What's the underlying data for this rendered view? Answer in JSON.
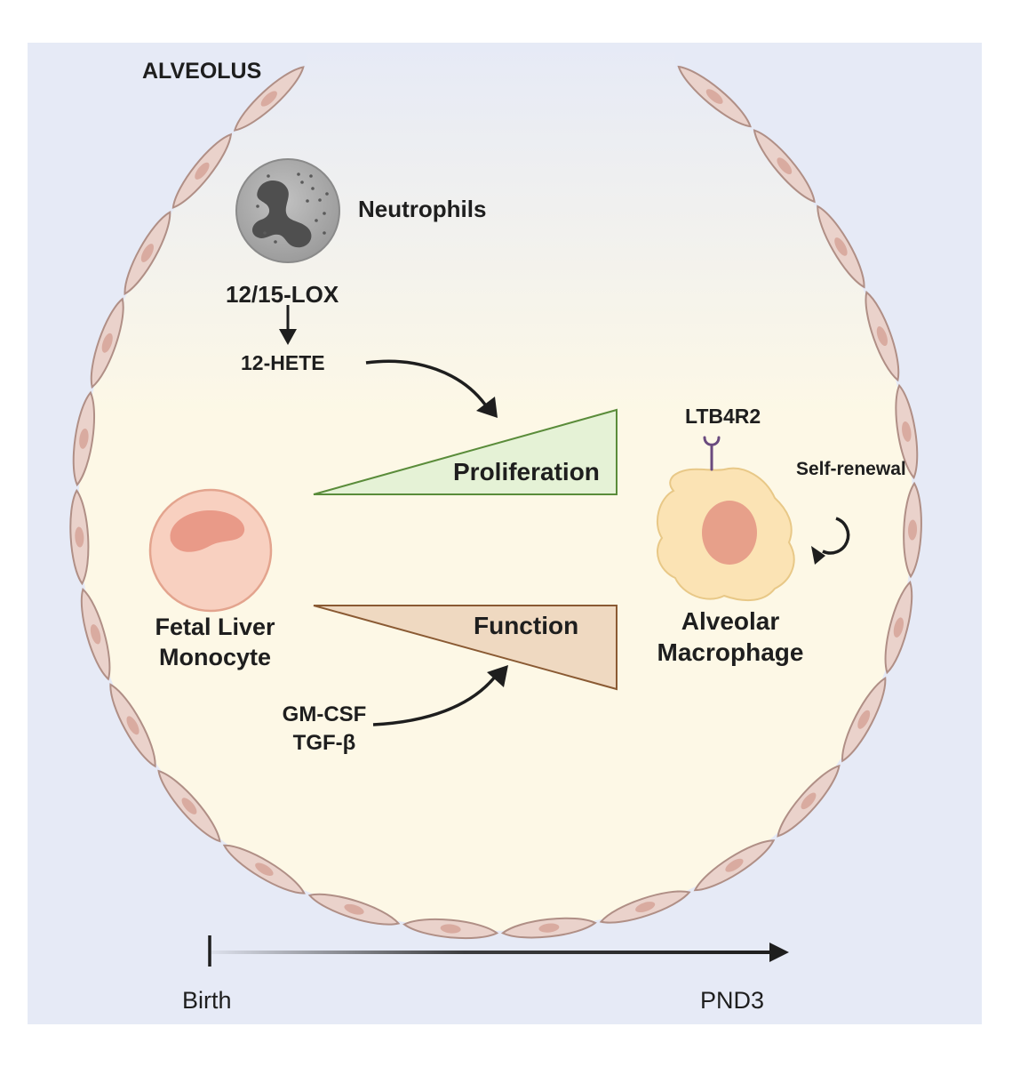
{
  "labels": {
    "region": "ALVEOLUS",
    "neutrophils": "Neutrophils",
    "enzyme": "12/15-LOX",
    "metabolite": "12-HETE",
    "proliferation": "Proliferation",
    "function": "Function",
    "receptor": "LTB4R2",
    "self_renewal": "Self-renewal",
    "precursor_line1": "Fetal Liver",
    "precursor_line2": "Monocyte",
    "macrophage_line1": "Alveolar",
    "macrophage_line2": "Macrophage",
    "cytokine1": "GM-CSF",
    "cytokine2": "TGF-β",
    "timeline_start": "Birth",
    "timeline_end": "PND3"
  },
  "colors": {
    "frame_bg": "#e6eaf6",
    "lumen_bottom": "#fdf8e6",
    "epithelium_fill": "#ead2cb",
    "epithelium_stroke": "#b08f86",
    "epithelium_nucleus": "#d9aba0",
    "neutrophil_fill": "#a9a9a9",
    "neutrophil_nucleus": "#4f4f4f",
    "proliferation_fill": "#e5f2d6",
    "proliferation_stroke": "#5a8c3a",
    "function_fill": "#efd9c1",
    "function_stroke": "#8a5a33",
    "monocyte_fill": "#f8d0c0",
    "monocyte_nucleus": "#e99a88",
    "macrophage_fill": "#fbe3b4",
    "macrophage_nucleus": "#e7a08a",
    "receptor": "#6a4a7e",
    "arrow": "#1e1e1e"
  }
}
